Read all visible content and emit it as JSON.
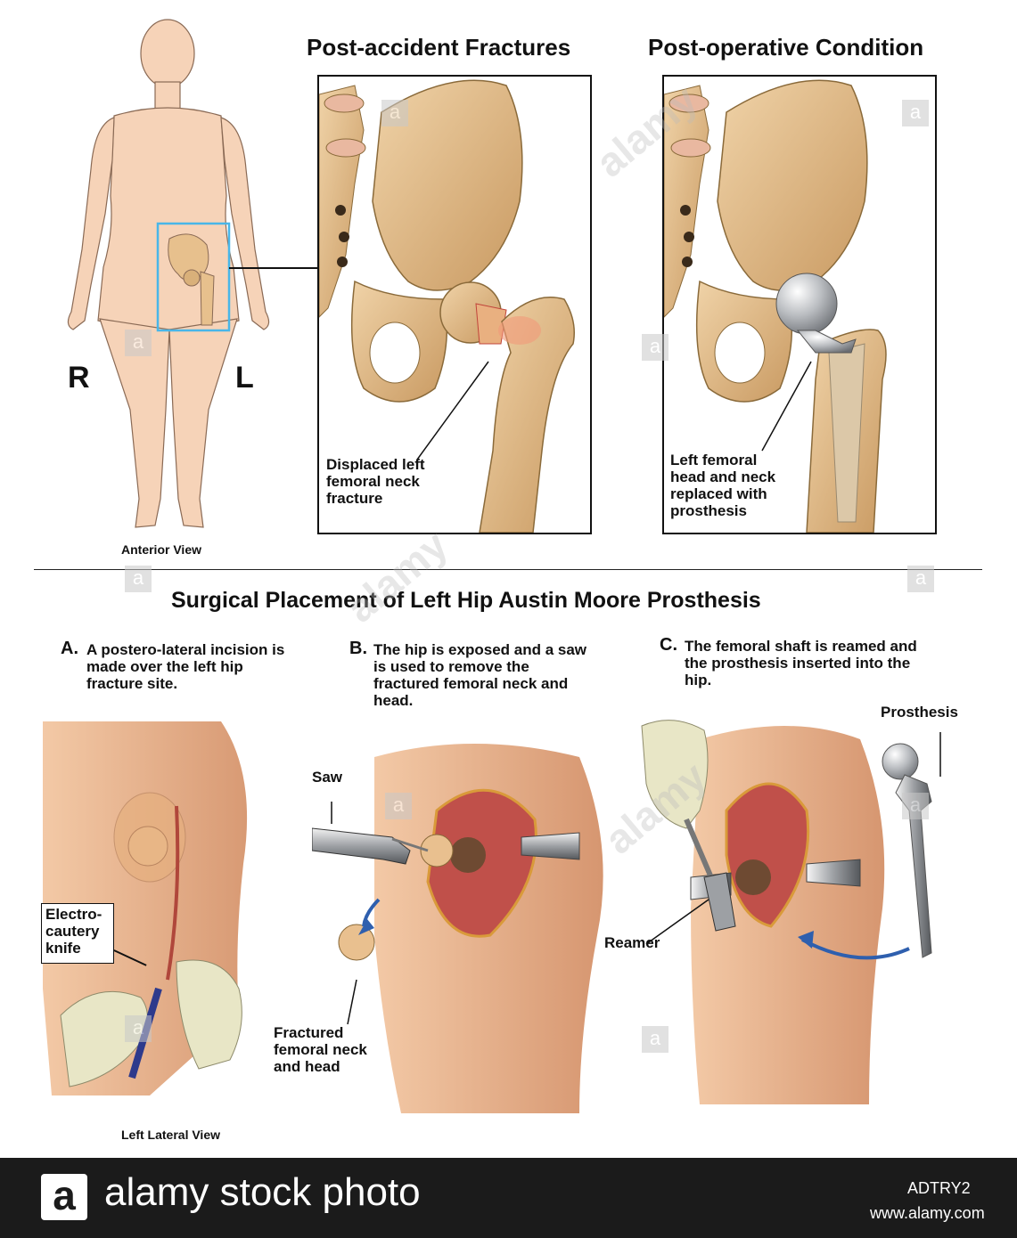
{
  "top": {
    "fractures_title": "Post-accident Fractures",
    "postop_title": "Post-operative Condition",
    "right_letter": "R",
    "left_letter": "L",
    "anterior_view": "Anterior View",
    "fracture_label": "Displaced left femoral neck fracture",
    "prosthesis_label": "Left femoral head and neck replaced with prosthesis"
  },
  "surgery": {
    "title": "Surgical Placement of Left Hip Austin Moore Prosthesis",
    "steps": [
      {
        "letter": "A.",
        "text": "A postero-lateral incision is made over the left hip fracture site."
      },
      {
        "letter": "B.",
        "text": "The hip is exposed and a saw is used to remove the fractured femoral neck and head."
      },
      {
        "letter": "C.",
        "text": "The femoral shaft is reamed and the prosthesis inserted into the hip."
      }
    ],
    "labels": {
      "knife": "Electro-cautery knife",
      "lateral_view": "Left Lateral View",
      "saw": "Saw",
      "fractured": "Fractured femoral neck and head",
      "reamer": "Reamer",
      "prosthesis": "Prosthesis"
    }
  },
  "watermark": {
    "glyph": "a",
    "word": "alamy"
  },
  "footer": {
    "logo_glyph": "a",
    "brand": "alamy stock photo",
    "image_code": "ADTRY2",
    "url": "www.alamy.com"
  }
}
